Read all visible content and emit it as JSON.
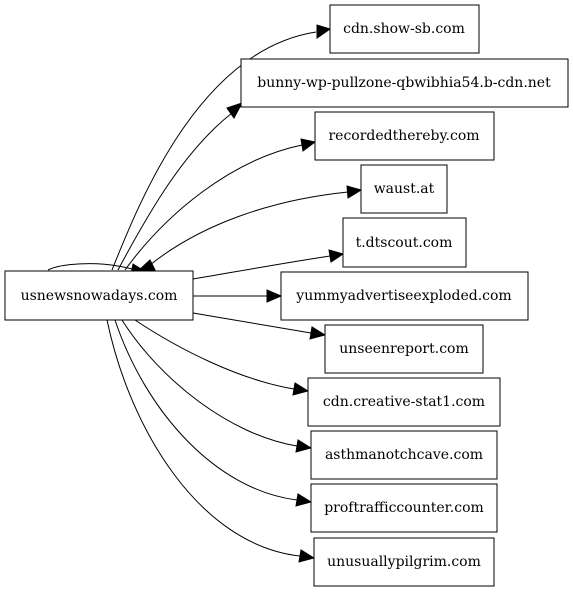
{
  "graph": {
    "source": {
      "label": "usnewsnowadays.com"
    },
    "targets": [
      {
        "id": "cdn-show-sb",
        "label": "cdn.show-sb.com"
      },
      {
        "id": "bunny-wp",
        "label": "bunny-wp-pullzone-qbwibhia54.b-cdn.net"
      },
      {
        "id": "recordedthereby",
        "label": "recordedthereby.com"
      },
      {
        "id": "waust",
        "label": "waust.at"
      },
      {
        "id": "dtscout",
        "label": "t.dtscout.com"
      },
      {
        "id": "yummyadvertise",
        "label": "yummyadvertiseexploded.com"
      },
      {
        "id": "unseenreport",
        "label": "unseenreport.com"
      },
      {
        "id": "creative-stat1",
        "label": "cdn.creative-stat1.com"
      },
      {
        "id": "asthmanotchcave",
        "label": "asthmanotchcave.com"
      },
      {
        "id": "proftrafficcounter",
        "label": "proftrafficcounter.com"
      },
      {
        "id": "unusuallypilgrim",
        "label": "unusuallypilgrim.com"
      }
    ]
  }
}
